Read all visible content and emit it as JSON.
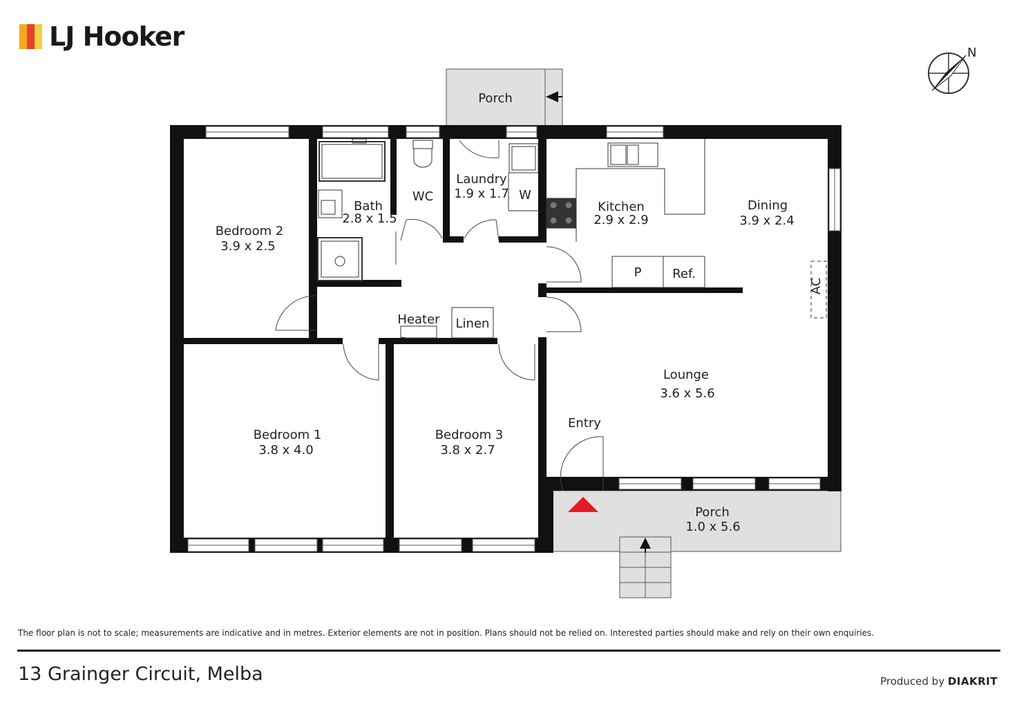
{
  "brand": {
    "name": "LJ Hooker",
    "bar_colors": [
      "#F5A623",
      "#E8402F",
      "#F3D03E"
    ]
  },
  "compass": {
    "label": "N"
  },
  "rooms": {
    "bedroom2": {
      "name": "Bedroom 2",
      "size": "3.9 x 2.5"
    },
    "bath": {
      "name": "Bath",
      "size": "2.8 x 1.5"
    },
    "wc": {
      "name": "WC"
    },
    "laundry": {
      "name": "Laundry",
      "size": "1.9 x 1.7"
    },
    "w": {
      "name": "W"
    },
    "kitchen": {
      "name": "Kitchen",
      "size": "2.9 x 2.9"
    },
    "dining": {
      "name": "Dining",
      "size": "3.9 x 2.4"
    },
    "p": {
      "name": "P"
    },
    "ref": {
      "name": "Ref."
    },
    "ac": {
      "name": "AC"
    },
    "heater": {
      "name": "Heater"
    },
    "linen": {
      "name": "Linen"
    },
    "lounge": {
      "name": "Lounge",
      "size": "3.6 x 5.6"
    },
    "entry": {
      "name": "Entry"
    },
    "bedroom1": {
      "name": "Bedroom 1",
      "size": "3.8 x 4.0"
    },
    "bedroom3": {
      "name": "Bedroom 3",
      "size": "3.8 x 2.7"
    },
    "porch_top": {
      "name": "Porch"
    },
    "porch_front": {
      "name": "Porch",
      "size": "1.0 x 5.6"
    }
  },
  "colors": {
    "wall": "#111111",
    "porch_fill": "#e0e0e0",
    "entry_marker": "#e31b23"
  },
  "disclaimer": "The floor plan is not to scale; measurements are indicative and in metres. Exterior elements are not in position. Plans should not be relied on. Interested parties should make and rely on their own enquiries.",
  "address": "13 Grainger Circuit, Melba",
  "credit": {
    "prefix": "Produced by",
    "brand": "DIAKRIT"
  }
}
